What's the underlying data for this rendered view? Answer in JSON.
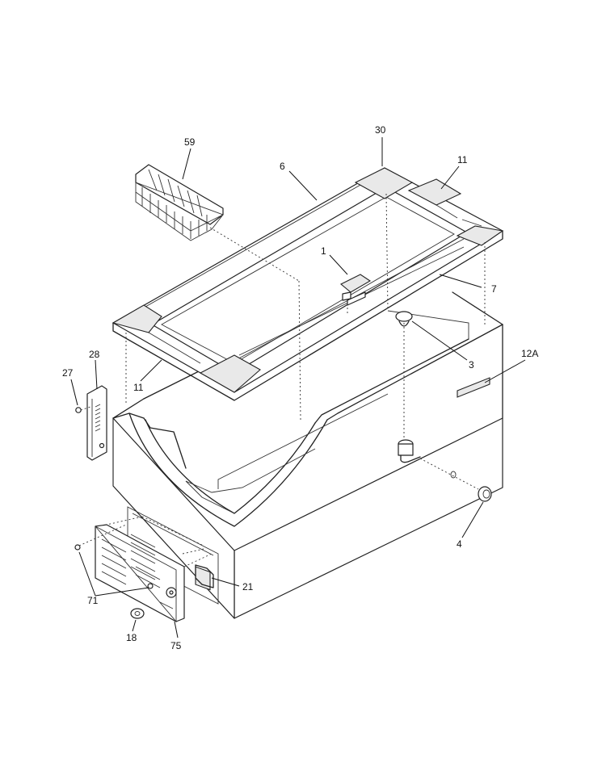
{
  "callouts": [
    {
      "id": "c30",
      "text": "30"
    },
    {
      "id": "c59",
      "text": "59"
    },
    {
      "id": "c6",
      "text": "6"
    },
    {
      "id": "c11a",
      "text": "11"
    },
    {
      "id": "c1",
      "text": "1"
    },
    {
      "id": "c7",
      "text": "7"
    },
    {
      "id": "c3",
      "text": "3"
    },
    {
      "id": "c12a",
      "text": "12A"
    },
    {
      "id": "c28",
      "text": "28"
    },
    {
      "id": "c27",
      "text": "27"
    },
    {
      "id": "c11b",
      "text": "11"
    },
    {
      "id": "c4",
      "text": "4"
    },
    {
      "id": "c21",
      "text": "21"
    },
    {
      "id": "c71",
      "text": "71"
    },
    {
      "id": "c18",
      "text": "18"
    },
    {
      "id": "c75",
      "text": "75"
    }
  ]
}
